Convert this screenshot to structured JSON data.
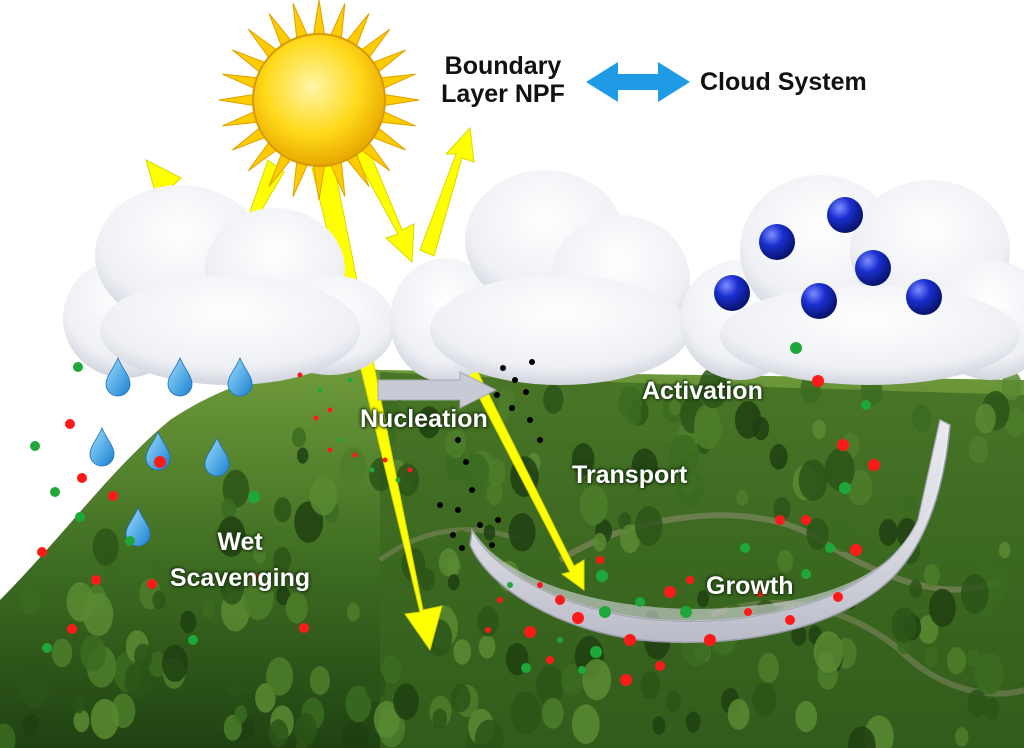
{
  "header": {
    "boundary_npf": "Boundary\nLayer NPF",
    "cloud_system": "Cloud System"
  },
  "processes": {
    "nucleation": "Nucleation",
    "activation": "Activation",
    "transport": "Transport",
    "growth": "Growth",
    "wet_scavenging": "Wet\nScavenging"
  },
  "colors": {
    "sun": "#ffd91a",
    "sun_ray": "#ffff00",
    "sky": "#ffffff",
    "cloud": "#f2f4f8",
    "forest": "#3d6e22",
    "double_arrow": "#1e9be4",
    "particle_red": "#ff1a1a",
    "particle_green": "#1fa83a",
    "particle_black": "#000000",
    "raindrop": "#2aa2e8",
    "cloud_droplet": "#1a2fd0",
    "growth_arc": "#e8e9f0"
  },
  "icons": [
    "sun-icon",
    "cloud-icon",
    "raindrop-icon",
    "double-arrow-icon",
    "cloud-droplet-icon"
  ]
}
